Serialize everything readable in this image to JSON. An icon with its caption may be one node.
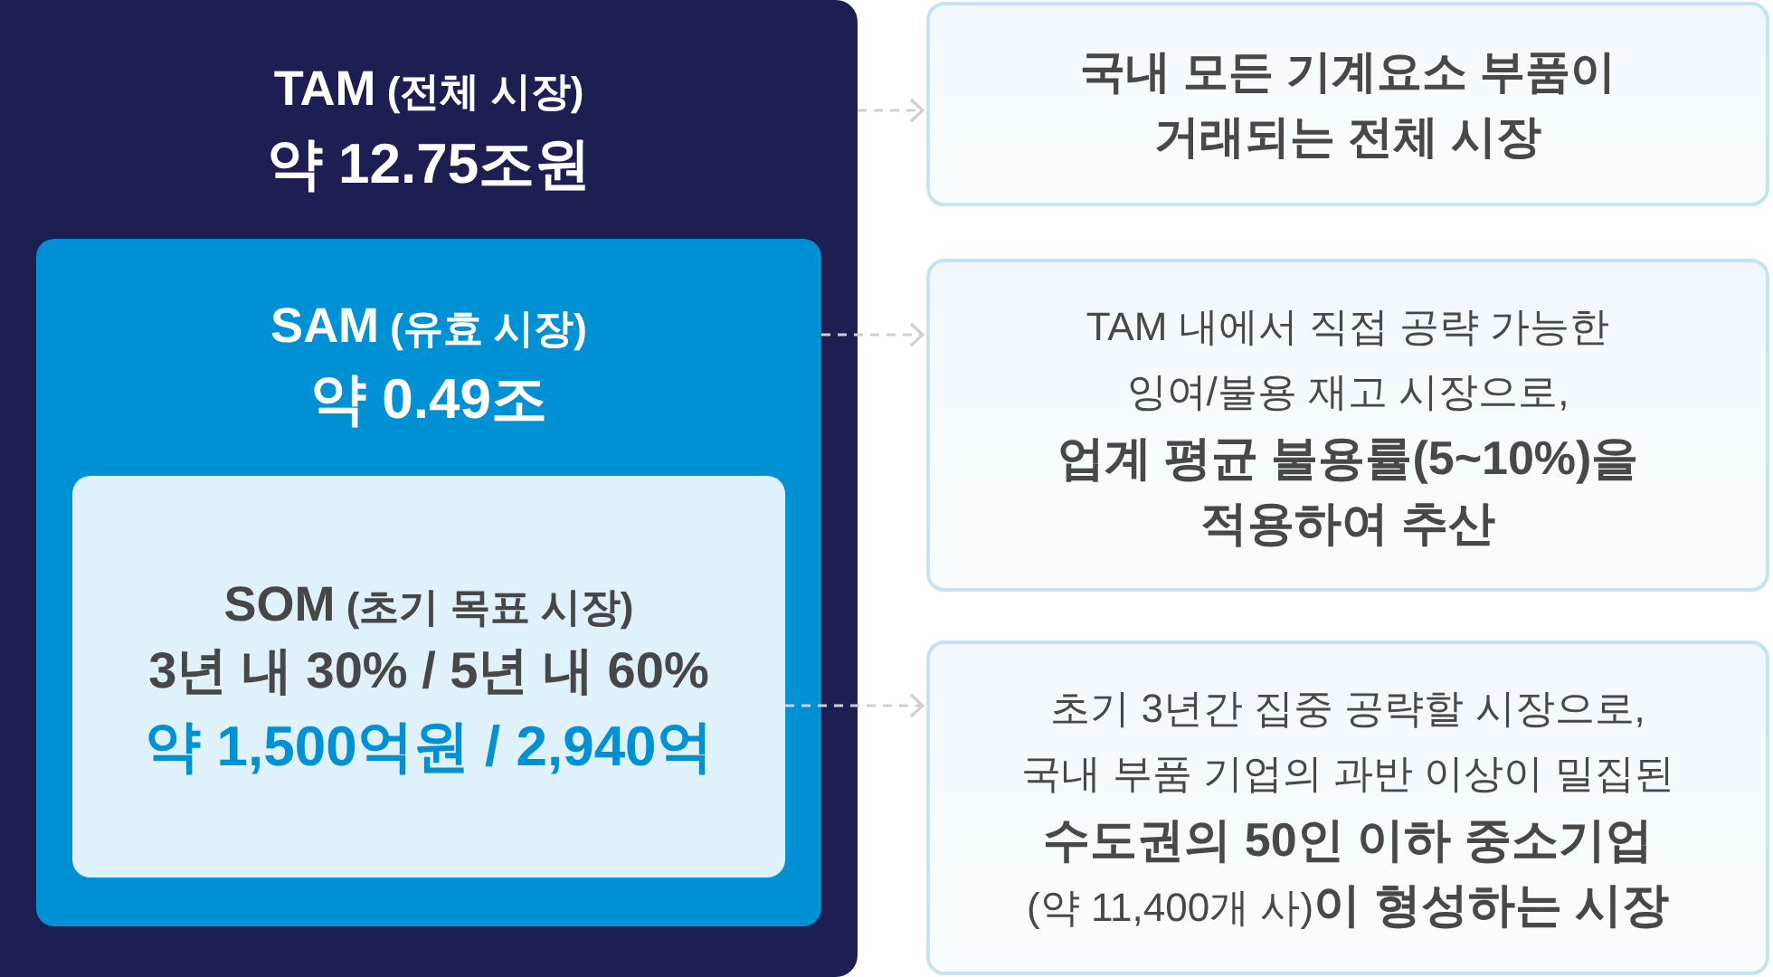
{
  "diagram": {
    "nodes": [
      {
        "text": [
          "TAM (전체 시장)",
          "약 12.75조원"
        ]
      },
      {
        "text": [
          "SAM (유효 시장)",
          "약 0.49조"
        ],
        "in": 0
      },
      {
        "text": [
          "SOM (초기 목표 시장)",
          "3년 내 30% / 5년 내 60%",
          "약 1,500억원 / 2,940억"
        ],
        "in": 1
      },
      {
        "text": [
          "국내 모든 기계요소 부품이 거래되는 전체 시장"
        ]
      },
      {
        "text": [
          "TAM 내에서 직접 공략 가능한 잉여/불용 재고 시장으로, **업계 평균 불용률(5~10%)을 적용하여 추산**"
        ]
      },
      {
        "text": [
          "초기 3년간 집중 공략할 시장으로, 국내 부품 기업의 과반 이상이 밀집된 **수도권의 50인 이하 중소기업** (약 11,400개 사)**이 형성하는 시장**"
        ]
      }
    ],
    "edges": [
      {
        "from": 0,
        "to": 3,
        "arrow": "to",
        "style": "dashed"
      },
      {
        "from": 1,
        "to": 4,
        "arrow": "to",
        "style": "dashed"
      },
      {
        "from": 2,
        "to": 5,
        "arrow": "to",
        "style": "dashed"
      }
    ]
  }
}
